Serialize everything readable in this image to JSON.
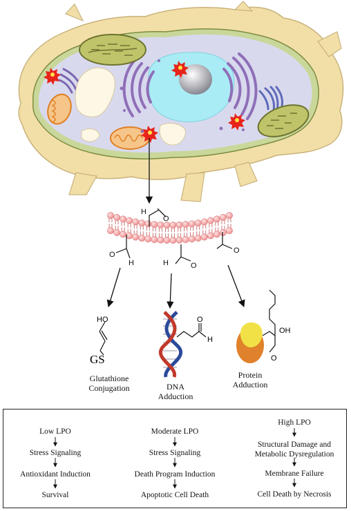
{
  "outcomes": [
    {
      "line1": "Glutathione",
      "line2": "Conjugation"
    },
    {
      "line1": "DNA",
      "line2": "Adduction"
    },
    {
      "line1": "Protein",
      "line2": "Adduction"
    }
  ],
  "chem_labels": {
    "gs": "GS",
    "ho": "HO",
    "oh": "OH",
    "h": "H",
    "o": "O"
  },
  "summary": {
    "columns": [
      {
        "steps": [
          "Low LPO",
          "Stress Signaling",
          "Antioxidant Induction",
          "Survival"
        ]
      },
      {
        "steps": [
          "Moderate LPO",
          "Stress Signaling",
          "Death Program Induction",
          "Apoptotic Cell Death"
        ]
      },
      {
        "steps": [
          "High LPO",
          "Structural Damage and",
          "Metabolic Dysregulation",
          "Membrane Failure",
          "Cell Death by Necrosis"
        ]
      }
    ]
  },
  "colors": {
    "cell_wall": "#f2dfa8",
    "cytoplasm": "#d9d9ee",
    "nucleus": "#a9ecf5",
    "nucleolus": "#9a9aa3",
    "er": "#8f6fb8",
    "chloroplast": "#9aa04a",
    "mitochondrion": "#f0a04a",
    "membrane_bead": "#f4a6a6",
    "dna_blue": "#2b4a9a",
    "dna_red": "#c0392b",
    "protein_yellow": "#f1e146",
    "protein_orange": "#e0812b",
    "burst_red": "#e8241a",
    "burst_yellow": "#ffe24a"
  }
}
